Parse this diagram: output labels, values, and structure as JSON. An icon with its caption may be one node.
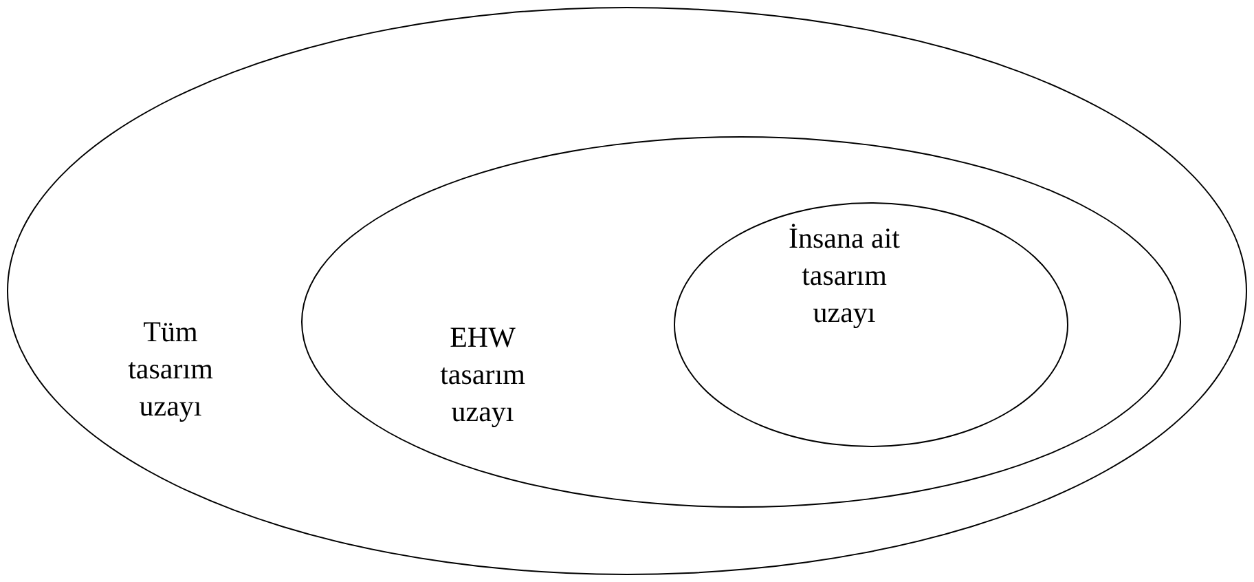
{
  "diagram": {
    "nodes": [
      {
        "text": [
          "Tüm tasarım uzayı"
        ]
      },
      {
        "text": [
          "EHW tasarım uzayı"
        ],
        "in": 0
      },
      {
        "text": [
          "İnsana ait tasarım uzayı"
        ],
        "in": 1
      }
    ]
  }
}
